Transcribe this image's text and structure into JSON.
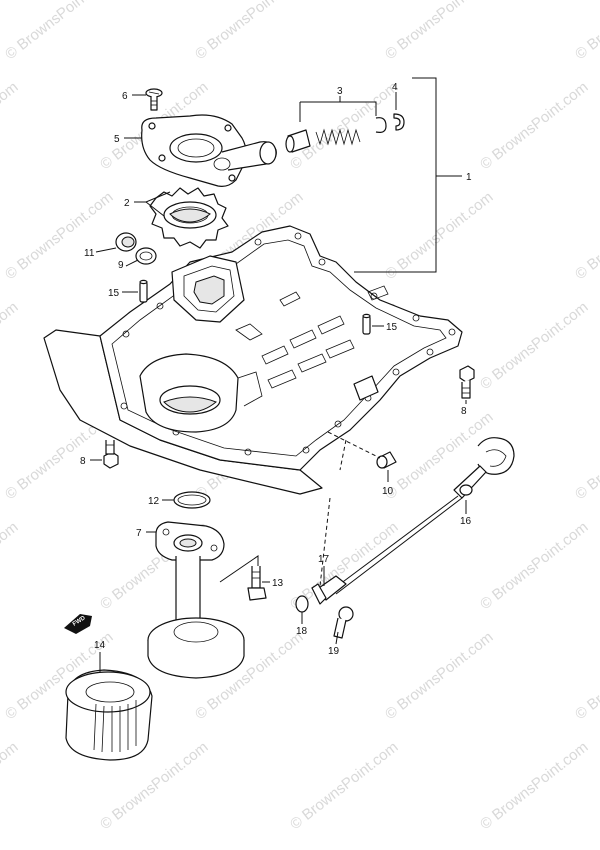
{
  "watermark": "© BrownsPoint.com",
  "fwd_label": "FWD",
  "callouts": {
    "p1": "1",
    "p2": "2",
    "p3": "3",
    "p4": "4",
    "p5": "5",
    "p6": "6",
    "p7": "7",
    "p8a": "8",
    "p8b": "8",
    "p9": "9",
    "p10": "10",
    "p11": "11",
    "p12": "12",
    "p13": "13",
    "p14": "14",
    "p15a": "15",
    "p15b": "15",
    "p16": "16",
    "p17": "17",
    "p18": "18",
    "p19": "19"
  }
}
